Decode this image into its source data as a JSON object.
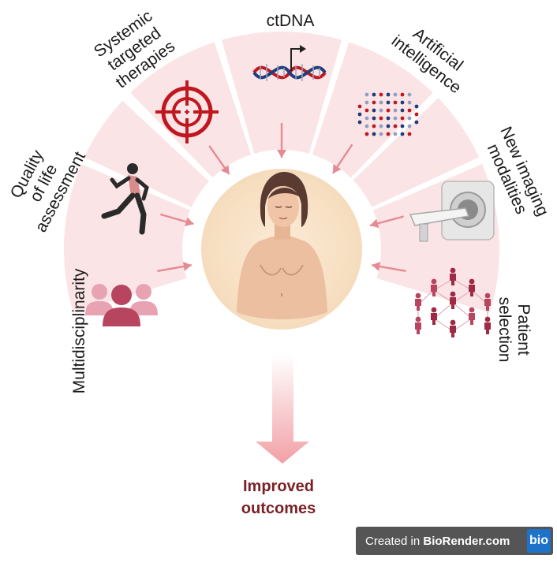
{
  "segments": [
    {
      "id": "multidisciplinarity",
      "label_lines": [
        "Multidisciplinarity"
      ],
      "icon": "people-group-icon"
    },
    {
      "id": "quality-of-life",
      "label_lines": [
        "Quality",
        "of life",
        "assessment"
      ],
      "icon": "runner-icon"
    },
    {
      "id": "systemic-targeted",
      "label_lines": [
        "Systemic",
        "targeted",
        "therapies"
      ],
      "icon": "target-icon"
    },
    {
      "id": "ctdna",
      "label_lines": [
        "ctDNA"
      ],
      "icon": "dna-icon"
    },
    {
      "id": "artificial-intelligence",
      "label_lines": [
        "Artificial",
        "intelligence"
      ],
      "icon": "neural-network-icon"
    },
    {
      "id": "new-imaging",
      "label_lines": [
        "New imaging",
        "modalities"
      ],
      "icon": "mri-scanner-icon"
    },
    {
      "id": "patient-selection",
      "label_lines": [
        "Patient",
        "selection"
      ],
      "icon": "patient-network-icon"
    }
  ],
  "center": {
    "icon": "patient-figure-icon"
  },
  "outcome": {
    "line1": "Improved",
    "line2": "outcomes"
  },
  "badge": {
    "prefix": "Created in ",
    "brand": "BioRender.com",
    "logo": "bio"
  },
  "colors": {
    "segment_fill": "#fbe4e6",
    "arrow": "#e68a92",
    "center_fill": "#f8e4c8",
    "accent_red": "#c0171f",
    "people_pink": "#d9788c",
    "people_dark": "#b8455f",
    "outcome_text": "#7a1f24",
    "badge_bg": "#555555",
    "badge_logo_bg": "#1d73c9"
  }
}
